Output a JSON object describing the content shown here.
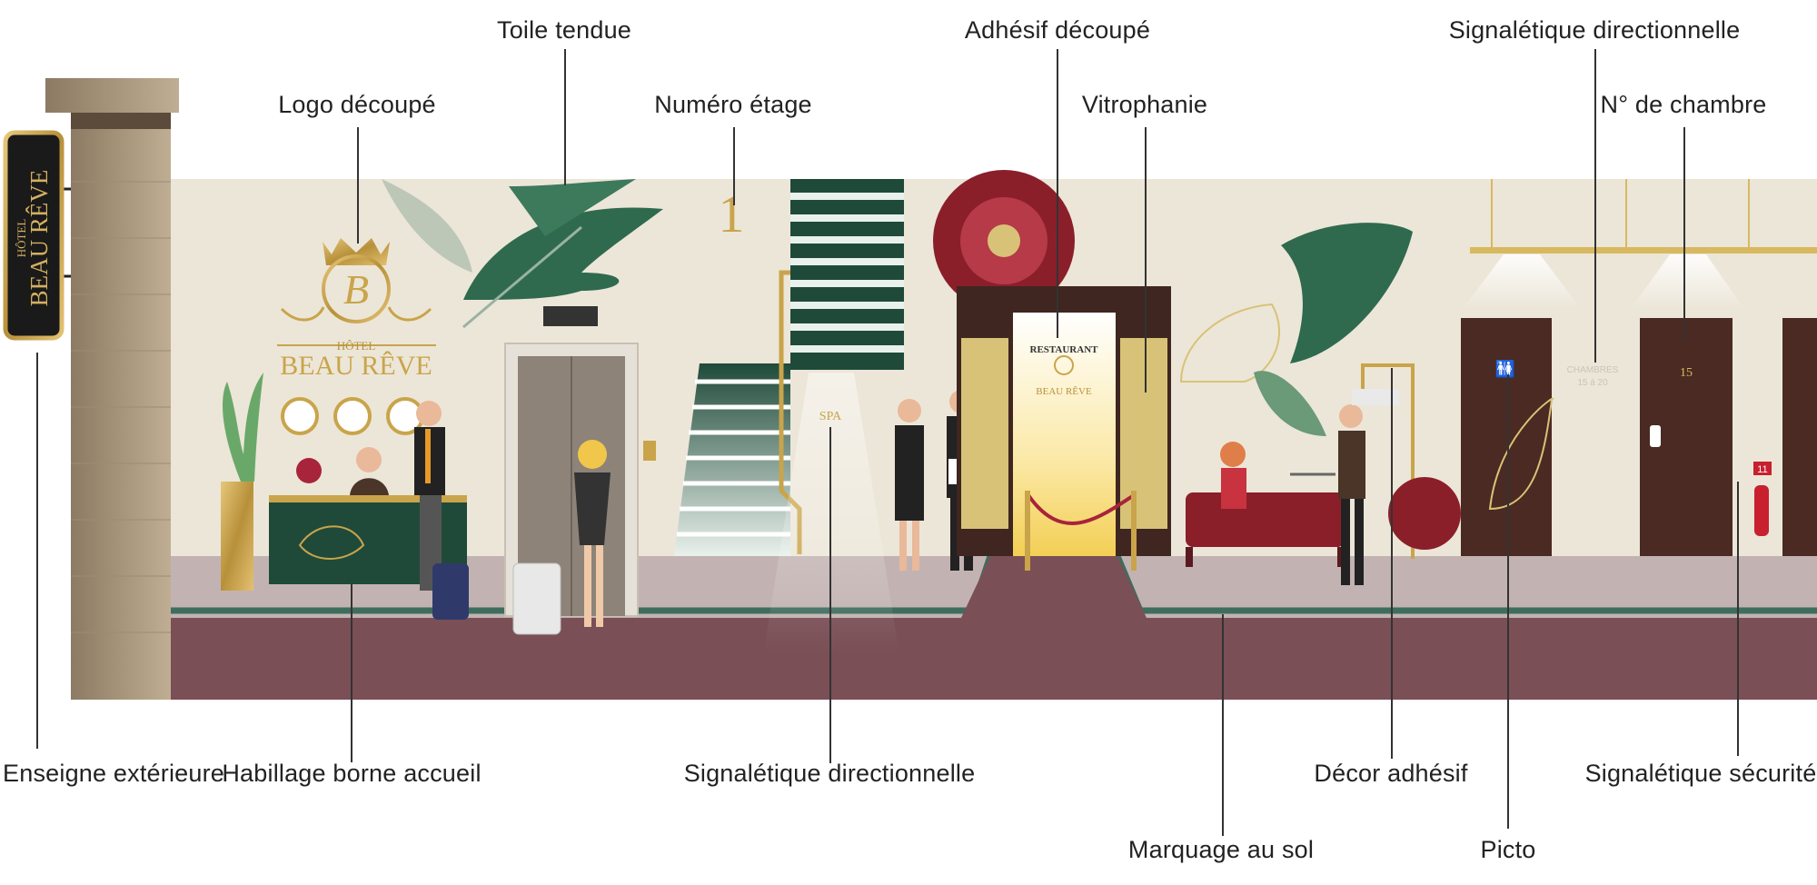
{
  "labels": {
    "toile_tendue": "Toile tendue",
    "adhesif_decoupe": "Adhésif découpé",
    "signaletique_directionnelle_top": "Signalétique directionnelle",
    "logo_decoupe": "Logo découpé",
    "numero_etage": "Numéro étage",
    "vitrophanie": "Vitrophanie",
    "numero_chambre": "N° de chambre",
    "enseigne_exterieure": "Enseigne extérieure",
    "habillage_borne_accueil": "Habillage borne accueil",
    "signaletique_directionnelle_bottom": "Signalétique directionnelle",
    "decor_adhesif": "Décor adhésif",
    "signaletique_securite": "Signalétique sécurité",
    "marquage_au_sol": "Marquage au sol",
    "picto": "Picto"
  },
  "scene_text": {
    "sign_hotel": "HÔTEL",
    "sign_name": "BEAU RÊVE",
    "logo_monogram": "B",
    "logo_hotel": "HÔTEL",
    "logo_name": "BEAU RÊVE",
    "floor_number": "1",
    "spa": "SPA",
    "restaurant": "RESTAURANT",
    "restaurant_name": "BEAU RÊVE",
    "chambres": "CHAMBRES",
    "chambres_range": "15 à 20",
    "room_number": "15",
    "safety_badge": "11"
  },
  "colors": {
    "wall": "#ece6d8",
    "floor": "#7a4f56",
    "gold": "#c9a44a",
    "green": "#2e5a48",
    "burgundy": "#7a1c26",
    "door": "#4a2a22"
  }
}
